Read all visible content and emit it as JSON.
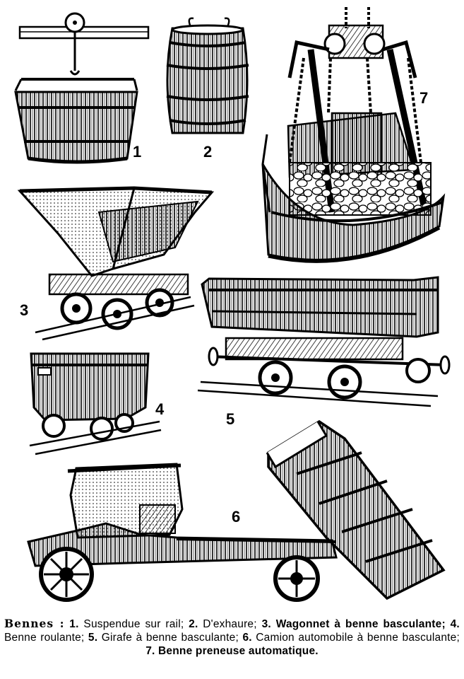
{
  "figure_numbers": [
    "1",
    "2",
    "3",
    "4",
    "5",
    "6",
    "7"
  ],
  "caption": {
    "title": "Bennes :",
    "items": [
      {
        "num": "1.",
        "text": "Suspendue sur rail;"
      },
      {
        "num": "2.",
        "text": "D'exhaure;"
      },
      {
        "num": "3.",
        "text": "Wagonnet à benne basculante;"
      },
      {
        "num": "4.",
        "text": "Benne roulante;"
      },
      {
        "num": "5.",
        "text": "Girafe à benne basculante;"
      },
      {
        "num": "6.",
        "text": "Camion automobile à benne basculante;"
      },
      {
        "num": "7.",
        "text": "Benne preneuse automatique."
      }
    ]
  }
}
